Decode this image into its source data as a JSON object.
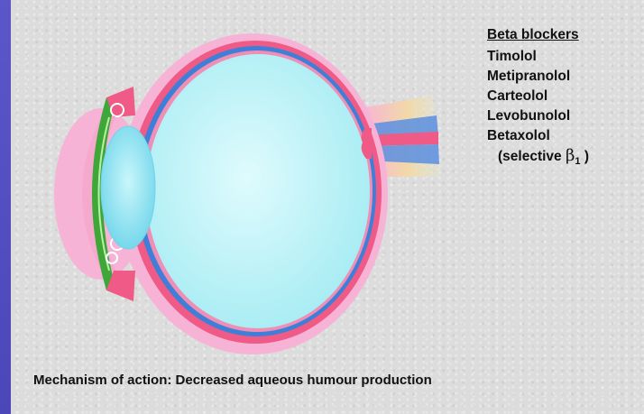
{
  "legend": {
    "heading": "Beta blockers",
    "drugs": [
      "Timolol",
      "Metipranolol",
      "Carteolol",
      "Levobunolol",
      "Betaxolol"
    ],
    "note_prefix": "(selective",
    "note_symbol": "β",
    "note_subscript": "1",
    "note_suffix": ")"
  },
  "mechanism": {
    "text": "Mechanism of action: Decreased aqueous humour production"
  },
  "colors": {
    "side_bar": "#4c47b8",
    "sclera": "#ef5a86",
    "choroid": "#3f7fd8",
    "conjunctiva": "#f7b3d6",
    "vitreous": "#bff3f7",
    "lens": "#8fe3f3",
    "ciliary_body": "#3fa63a"
  }
}
